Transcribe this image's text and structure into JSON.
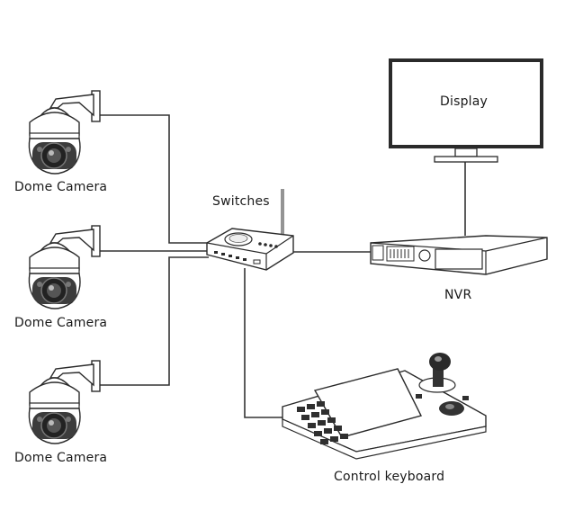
{
  "labels": {
    "dome_camera_1": "Dome Camera",
    "dome_camera_2": "Dome Camera",
    "dome_camera_3": "Dome Camera",
    "switches": "Switches",
    "display": "Display",
    "nvr": "NVR",
    "control_keyboard": "Control keyboard"
  }
}
